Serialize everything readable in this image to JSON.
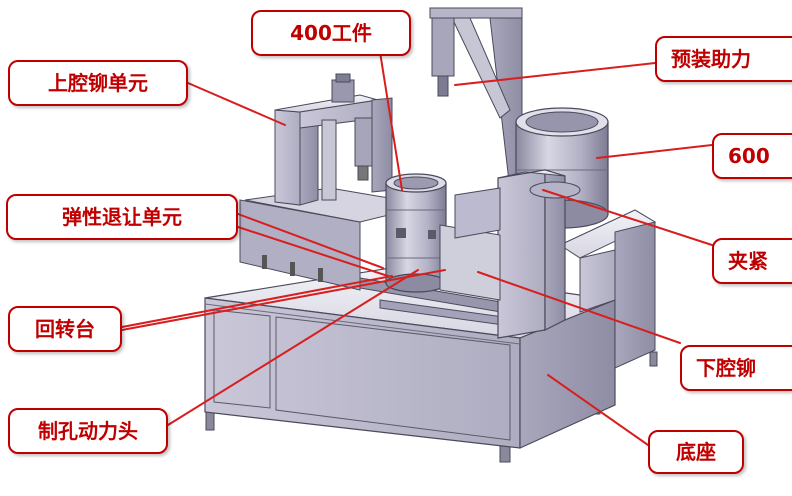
{
  "figure": {
    "labels": [
      {
        "id": "upper-cavity-riveting-unit",
        "text": "上腔铆单元"
      },
      {
        "id": "workpiece-400",
        "text": "400工件"
      },
      {
        "id": "pre-assembled-power",
        "text": "预装助力"
      },
      {
        "id": "workpiece-600",
        "text": "600"
      },
      {
        "id": "elastic-retreat-unit",
        "text": "弹性退让单元"
      },
      {
        "id": "clamping-mechanism",
        "text": "夹紧"
      },
      {
        "id": "rotary-table",
        "text": "回转台"
      },
      {
        "id": "lower-cavity-riveting",
        "text": "下腔铆"
      },
      {
        "id": "drilling-power-head",
        "text": "制孔动力头"
      },
      {
        "id": "base",
        "text": "底座"
      }
    ]
  },
  "colors": {
    "callout_text": "#c00000",
    "callout_border": "#c00000",
    "leader_line": "#d81e1e",
    "machine_body": "#b9b7c9",
    "machine_edge": "#4a4a5a"
  }
}
